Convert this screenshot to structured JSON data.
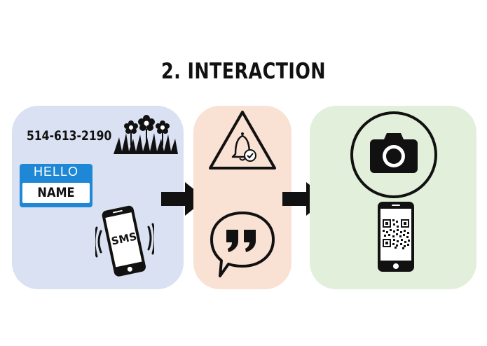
{
  "title": "2. INTERACTION",
  "identify": {
    "phone_number": "514-613-2190",
    "name_tag": {
      "header": "HELLO",
      "name": "NAME"
    },
    "sms_label": "SMS"
  },
  "icons": {
    "flowers": "flowers-grass-icon",
    "name_tag": "name-tag-icon",
    "sms_phone": "vibrating-phone-sms-icon",
    "alert": "warning-bell-check-icon",
    "quote": "speech-bubble-quote-icon",
    "camera": "camera-icon",
    "qr_phone": "phone-qr-code-icon",
    "arrow": "right-arrow-icon"
  },
  "colors": {
    "panel_identify": "#d9e1f2",
    "panel_alert": "#f9e1d4",
    "panel_scan": "#e2efdb",
    "name_tag": "#1e88d6"
  }
}
